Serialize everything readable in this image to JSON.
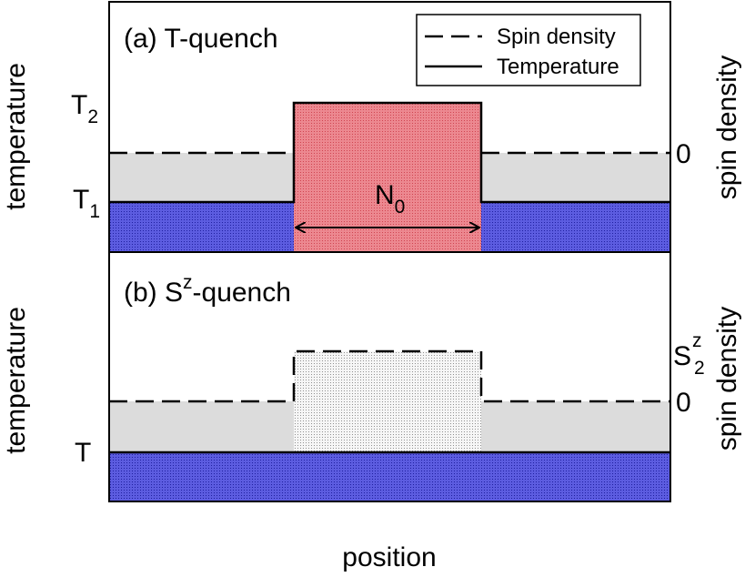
{
  "xlabel": "position",
  "left_axis_label": "temperature",
  "right_axis_label": "spin density",
  "legend": {
    "spin_density": "Spin density",
    "temperature": "Temperature"
  },
  "panel_a": {
    "title": "(a) T-quench",
    "t_high_main": "T",
    "t_high_sub": "2",
    "t_low_main": "T",
    "t_low_sub": "1",
    "zero_label": "0",
    "width_main": "N",
    "width_sub": "0"
  },
  "panel_b": {
    "title_prefix": "(b) S",
    "title_sup": "z",
    "title_suffix": "-quench",
    "t_label": "T",
    "s2_main": "S",
    "s2_sup": "z",
    "s2_sub": "2",
    "zero_label": "0"
  },
  "colors": {
    "hot": "#e8707a",
    "cold": "#5050d8",
    "background_band": "#dcdcdc",
    "excess_spin": "#f0f0f0"
  }
}
